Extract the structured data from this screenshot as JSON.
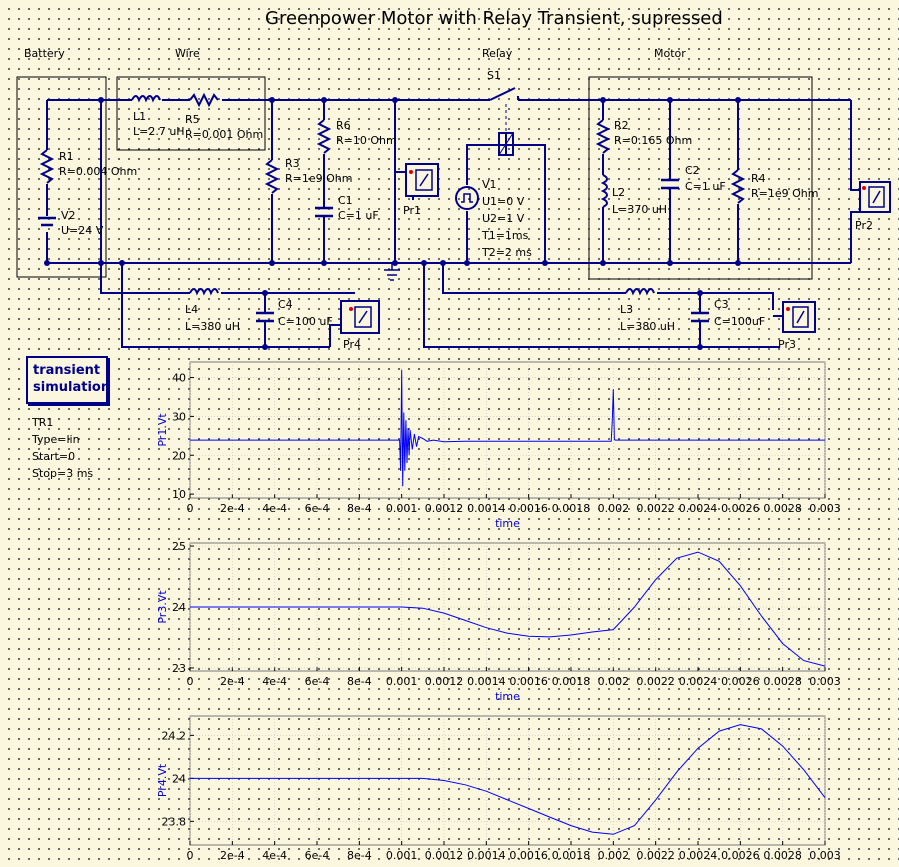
{
  "title": "Greenpower Motor with Relay Transient, supressed",
  "groups": {
    "battery": "Battery",
    "wire": "Wire",
    "relay": "Relay",
    "motor": "Motor"
  },
  "components": {
    "r1": {
      "name": "R1",
      "value": "R=0.004 Ohm"
    },
    "v2": {
      "name": "V2",
      "value": "U=24 V"
    },
    "l1": {
      "name": "L1",
      "value": "L=2.7 uH"
    },
    "r5": {
      "name": "R5",
      "value": "R=0.001 Ohm"
    },
    "r3": {
      "name": "R3",
      "value": "R=1e9 Ohm"
    },
    "r6": {
      "name": "R6",
      "value": "R=10 Ohm"
    },
    "c1": {
      "name": "C1",
      "value": "C=1 uF"
    },
    "pr1": {
      "name": "Pr1"
    },
    "s1": {
      "name": "S1"
    },
    "v1": {
      "name": "V1",
      "u1": "U1=0 V",
      "u2": "U2=1 V",
      "t1": "T1=1ms",
      "t2": "T2=2 ms"
    },
    "r2": {
      "name": "R2",
      "value": "R=0.165 Ohm"
    },
    "l2": {
      "name": "L2",
      "value": "L=370 uH"
    },
    "c2": {
      "name": "C2",
      "value": "C=1 uF"
    },
    "r4": {
      "name": "R4",
      "value": "R=1e9 Ohm"
    },
    "pr2": {
      "name": "Pr2"
    },
    "l4": {
      "name": "L4",
      "value": "L=380 uH"
    },
    "c4": {
      "name": "C4",
      "value": "C=100 uF"
    },
    "pr4": {
      "name": "Pr4"
    },
    "l3": {
      "name": "L3",
      "value": "L=380 uH"
    },
    "c3": {
      "name": "C3",
      "value": "C=100uF"
    },
    "pr3": {
      "name": "Pr3"
    }
  },
  "simulation": {
    "label_line1": "transient",
    "label_line2": "simulation",
    "name": "TR1",
    "type": "Type=lin",
    "start": "Start=0",
    "stop": "Stop=3 ms"
  },
  "colors": {
    "wire": "#00008b",
    "plot_line": "#0000ff",
    "axis_text": "#0000cc",
    "grid": "#c0c0c0"
  },
  "chart_data": [
    {
      "type": "line",
      "ylabel": "Pr1.Vt",
      "xlabel": "time",
      "xlim": [
        0,
        0.003
      ],
      "ylim": [
        9,
        44
      ],
      "x_ticks": [
        "0",
        "2e-4",
        "4e-4",
        "6e-4",
        "8e-4",
        "0.001",
        "0.0012",
        "0.0014",
        "0.0016",
        "0.0018",
        "0.002",
        "0.0022",
        "0.0024",
        "0.0026",
        "0.0028",
        "0.003"
      ],
      "y_ticks": [
        10,
        20,
        30,
        40
      ],
      "grid": true,
      "series": [
        {
          "x": [
            0,
            0.00099,
            0.000995,
            0.001,
            0.001005,
            0.00101,
            0.001015,
            0.00102,
            0.001025,
            0.00103,
            0.001035,
            0.00104,
            0.00105,
            0.00106,
            0.00107,
            0.00108,
            0.0011,
            0.00112,
            0.00115,
            0.0012,
            0.0013,
            0.00199,
            0.001995,
            0.002,
            0.002005,
            0.00201,
            0.00202,
            0.00205,
            0.003
          ],
          "values": [
            23.9,
            23.9,
            16,
            42,
            12,
            31,
            16,
            29,
            18,
            27,
            20,
            26.5,
            21.5,
            25.5,
            22.2,
            24.8,
            24.3,
            23.6,
            23.9,
            23.5,
            23.6,
            23.6,
            29,
            37,
            24,
            23.9,
            23.9,
            23.9,
            23.9
          ]
        }
      ]
    },
    {
      "type": "line",
      "ylabel": "Pr3.Vt",
      "xlabel": "time",
      "xlim": [
        0,
        0.003
      ],
      "ylim": [
        22.95,
        25.05
      ],
      "x_ticks": [
        "0",
        "2e-4",
        "4e-4",
        "6e-4",
        "8e-4",
        "0.001",
        "0.0012",
        "0.0014",
        "0.0016",
        "0.0018",
        "0.002",
        "0.0022",
        "0.0024",
        "0.0026",
        "0.0028",
        "0.003"
      ],
      "y_ticks": [
        23,
        24,
        25
      ],
      "grid": true,
      "series": [
        {
          "x": [
            0,
            0.0008,
            0.001,
            0.0011,
            0.0012,
            0.0013,
            0.0014,
            0.0015,
            0.0016,
            0.0017,
            0.0018,
            0.0019,
            0.002,
            0.0021,
            0.0022,
            0.0023,
            0.0024,
            0.0025,
            0.0026,
            0.0027,
            0.0028,
            0.0029,
            0.003
          ],
          "values": [
            24.0,
            24.0,
            24.0,
            23.98,
            23.9,
            23.78,
            23.66,
            23.57,
            23.52,
            23.51,
            23.54,
            23.59,
            23.63,
            24.0,
            24.45,
            24.8,
            24.9,
            24.75,
            24.35,
            23.85,
            23.4,
            23.12,
            23.03
          ]
        }
      ]
    },
    {
      "type": "line",
      "ylabel": "Pr4.Vt",
      "xlabel": "",
      "xlim": [
        0,
        0.003
      ],
      "ylim": [
        23.69,
        24.29
      ],
      "x_ticks": [
        "0",
        "2e-4",
        "4e-4",
        "6e-4",
        "8e-4",
        "0.001",
        "0.0012",
        "0.0014",
        "0.0016",
        "0.0018",
        "0.002",
        "0.0022",
        "0.0024",
        "0.0026",
        "0.0028",
        "0.003"
      ],
      "y_ticks": [
        23.8,
        24,
        24.2
      ],
      "grid": true,
      "series": [
        {
          "x": [
            0,
            0.001,
            0.0011,
            0.0012,
            0.0013,
            0.0014,
            0.0015,
            0.0016,
            0.0017,
            0.0018,
            0.0019,
            0.002,
            0.0021,
            0.0022,
            0.0023,
            0.0024,
            0.0025,
            0.0026,
            0.0027,
            0.0028,
            0.0029,
            0.003
          ],
          "values": [
            24.0,
            24.0,
            24.0,
            23.99,
            23.97,
            23.94,
            23.9,
            23.86,
            23.82,
            23.78,
            23.75,
            23.74,
            23.78,
            23.9,
            24.03,
            24.14,
            24.22,
            24.25,
            24.23,
            24.15,
            24.04,
            23.91
          ]
        }
      ]
    }
  ]
}
